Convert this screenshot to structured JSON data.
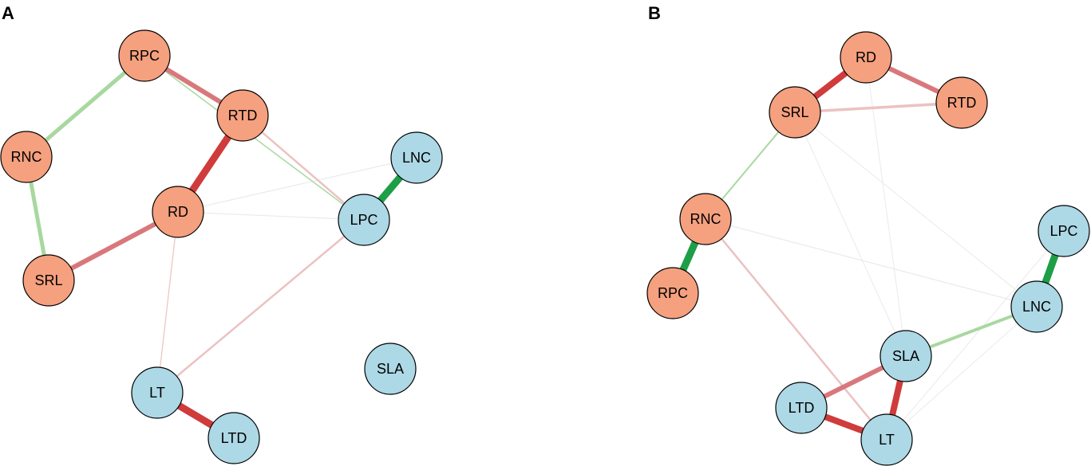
{
  "colors": {
    "orange_node": "#F5A07E",
    "blue_node": "#ADD8E6",
    "strong_red": "#D03B3B",
    "mid_red": "#D9787C",
    "light_red": "#EBC2C2",
    "strong_green": "#1E9E46",
    "light_green": "#A8D8A0",
    "faint": "#EAEAEA"
  },
  "panels": [
    {
      "id": "A",
      "label": "A",
      "nodes": [
        {
          "id": "RPC",
          "label": "RPC",
          "group": "orange"
        },
        {
          "id": "RTD",
          "label": "RTD",
          "group": "orange"
        },
        {
          "id": "RNC",
          "label": "RNC",
          "group": "orange"
        },
        {
          "id": "RD",
          "label": "RD",
          "group": "orange"
        },
        {
          "id": "SRL",
          "label": "SRL",
          "group": "orange"
        },
        {
          "id": "LNC",
          "label": "LNC",
          "group": "blue"
        },
        {
          "id": "LPC",
          "label": "LPC",
          "group": "blue"
        },
        {
          "id": "SLA",
          "label": "SLA",
          "group": "blue"
        },
        {
          "id": "LT",
          "label": "LT",
          "group": "blue"
        },
        {
          "id": "LTD",
          "label": "LTD",
          "group": "blue"
        }
      ],
      "edges": [
        {
          "source": "RPC",
          "target": "RNC",
          "color": "light_green",
          "weight": 5
        },
        {
          "source": "RNC",
          "target": "SRL",
          "color": "light_green",
          "weight": 5
        },
        {
          "source": "RPC",
          "target": "RTD",
          "color": "mid_red",
          "weight": 6
        },
        {
          "source": "RTD",
          "target": "RD",
          "color": "strong_red",
          "weight": 9
        },
        {
          "source": "RD",
          "target": "SRL",
          "color": "mid_red",
          "weight": 6
        },
        {
          "source": "LNC",
          "target": "LPC",
          "color": "strong_green",
          "weight": 9
        },
        {
          "source": "LT",
          "target": "LTD",
          "color": "strong_red",
          "weight": 9
        },
        {
          "source": "RTD",
          "target": "LPC",
          "color": "light_red",
          "weight": 2.5
        },
        {
          "source": "RPC",
          "target": "LPC",
          "color": "light_green",
          "weight": 1.5
        },
        {
          "source": "LPC",
          "target": "LT",
          "color": "light_red",
          "weight": 2.5
        },
        {
          "source": "RD",
          "target": "LT",
          "color": "light_red",
          "weight": 1.2
        },
        {
          "source": "RD",
          "target": "LPC",
          "color": "faint",
          "weight": 1.2
        },
        {
          "source": "RD",
          "target": "LNC",
          "color": "faint",
          "weight": 1.2
        }
      ]
    },
    {
      "id": "B",
      "label": "B",
      "nodes": [
        {
          "id": "RD",
          "label": "RD",
          "group": "orange"
        },
        {
          "id": "RTD",
          "label": "RTD",
          "group": "orange"
        },
        {
          "id": "SRL",
          "label": "SRL",
          "group": "orange"
        },
        {
          "id": "RNC",
          "label": "RNC",
          "group": "orange"
        },
        {
          "id": "RPC",
          "label": "RPC",
          "group": "orange"
        },
        {
          "id": "LPC",
          "label": "LPC",
          "group": "blue"
        },
        {
          "id": "LNC",
          "label": "LNC",
          "group": "blue"
        },
        {
          "id": "SLA",
          "label": "SLA",
          "group": "blue"
        },
        {
          "id": "LTD",
          "label": "LTD",
          "group": "blue"
        },
        {
          "id": "LT",
          "label": "LT",
          "group": "blue"
        }
      ],
      "edges": [
        {
          "source": "RD",
          "target": "SRL",
          "color": "strong_red",
          "weight": 8
        },
        {
          "source": "RD",
          "target": "RTD",
          "color": "mid_red",
          "weight": 6
        },
        {
          "source": "SRL",
          "target": "RTD",
          "color": "light_red",
          "weight": 3.5
        },
        {
          "source": "SRL",
          "target": "RNC",
          "color": "light_green",
          "weight": 2
        },
        {
          "source": "RNC",
          "target": "RPC",
          "color": "strong_green",
          "weight": 9
        },
        {
          "source": "LPC",
          "target": "LNC",
          "color": "strong_green",
          "weight": 9
        },
        {
          "source": "LNC",
          "target": "SLA",
          "color": "light_green",
          "weight": 4
        },
        {
          "source": "SLA",
          "target": "LTD",
          "color": "mid_red",
          "weight": 6
        },
        {
          "source": "SLA",
          "target": "LT",
          "color": "strong_red",
          "weight": 8
        },
        {
          "source": "LTD",
          "target": "LT",
          "color": "strong_red",
          "weight": 8
        },
        {
          "source": "RNC",
          "target": "LT",
          "color": "light_red",
          "weight": 2.5
        },
        {
          "source": "RNC",
          "target": "LNC",
          "color": "faint",
          "weight": 1.2
        },
        {
          "source": "SRL",
          "target": "LNC",
          "color": "faint",
          "weight": 1
        },
        {
          "source": "SRL",
          "target": "SLA",
          "color": "faint",
          "weight": 1
        },
        {
          "source": "RD",
          "target": "SLA",
          "color": "faint",
          "weight": 1
        },
        {
          "source": "LPC",
          "target": "LT",
          "color": "faint",
          "weight": 1
        },
        {
          "source": "LNC",
          "target": "LT",
          "color": "faint",
          "weight": 1
        }
      ]
    }
  ]
}
